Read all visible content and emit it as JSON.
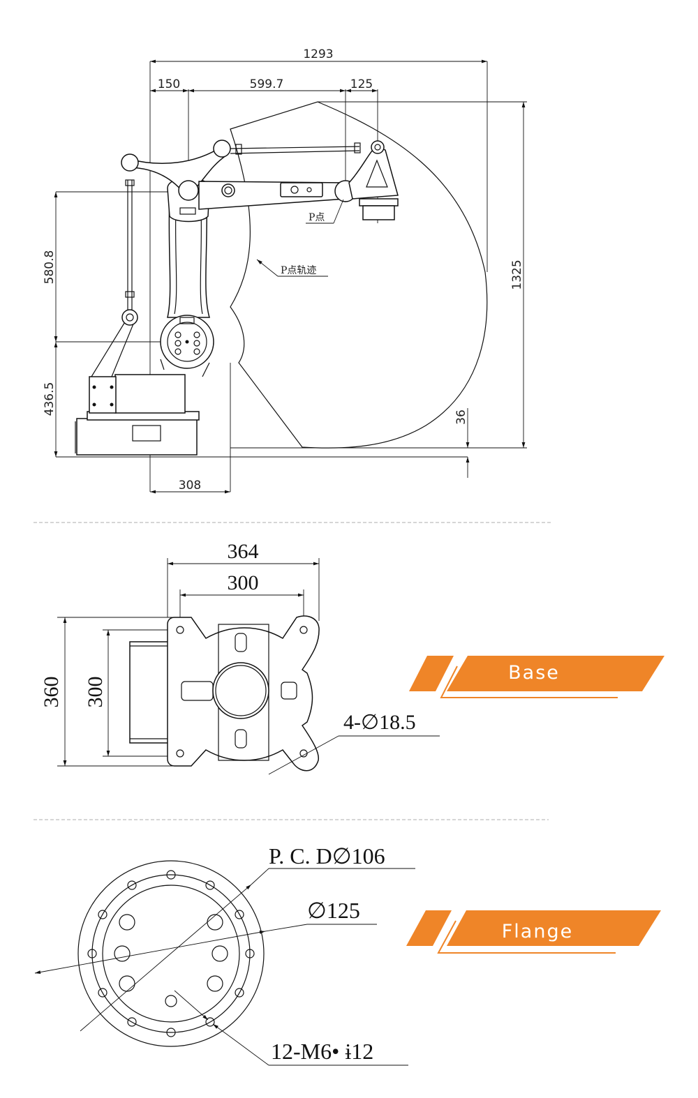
{
  "side_view": {
    "dimensions": {
      "total_reach": "1293",
      "offset_left": "150",
      "arm_length": "599.7",
      "wrist_offset": "125",
      "upper_height": "580.8",
      "lower_height": "436.5",
      "total_height": "1325",
      "bottom_offset": "36",
      "base_offset": "308"
    },
    "labels": {
      "p_point": "P点",
      "p_trajectory": "P点轨迹"
    }
  },
  "base_view": {
    "title": "Base",
    "dimensions": {
      "outer_width": "364",
      "hole_width": "300",
      "outer_height": "360",
      "hole_height": "300",
      "holes": "4-∅18.5"
    }
  },
  "flange_view": {
    "title": "Flange",
    "dimensions": {
      "pcd": "P. C. D∅106",
      "diameter": "∅125",
      "thread_holes": "12-M6• ɨ12"
    }
  },
  "colors": {
    "accent": "#EF8528",
    "line": "#111111",
    "divider": "#BDBDBD"
  }
}
